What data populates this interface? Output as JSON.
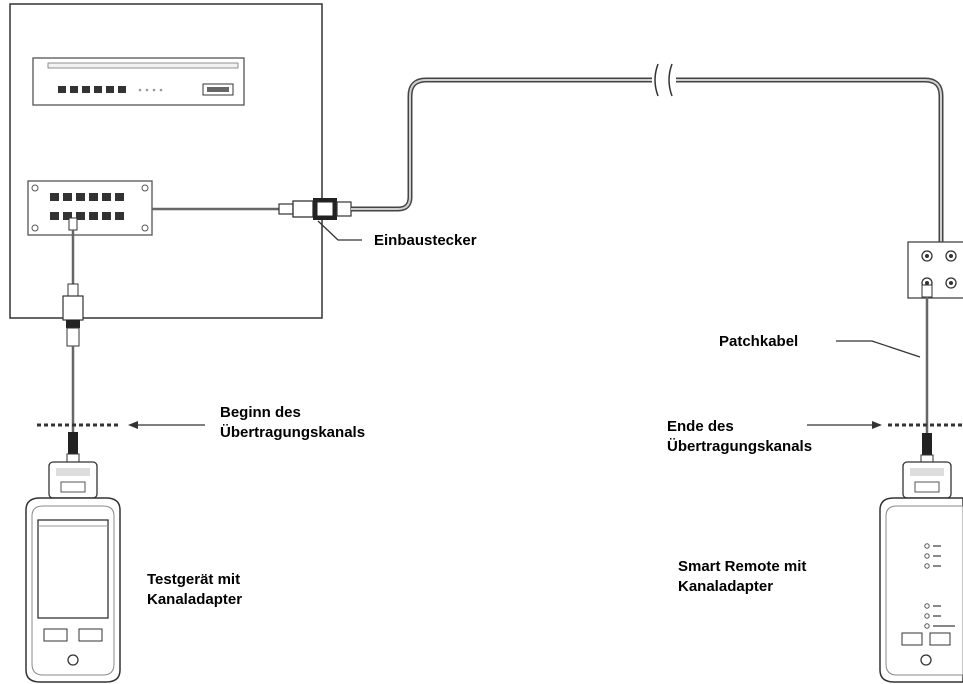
{
  "labels": {
    "einbaustecker": "Einbaustecker",
    "patchkabel": "Patchkabel",
    "beginn_line1": "Beginn des",
    "beginn_line2": "Übertragungskanals",
    "ende_line1": "Ende des",
    "ende_line2": "Übertragungskanals",
    "tester_line1": "Testgerät mit",
    "tester_line2": "Kanaladapter",
    "remote_line1": "Smart Remote mit",
    "remote_line2": "Kanaladapter"
  }
}
